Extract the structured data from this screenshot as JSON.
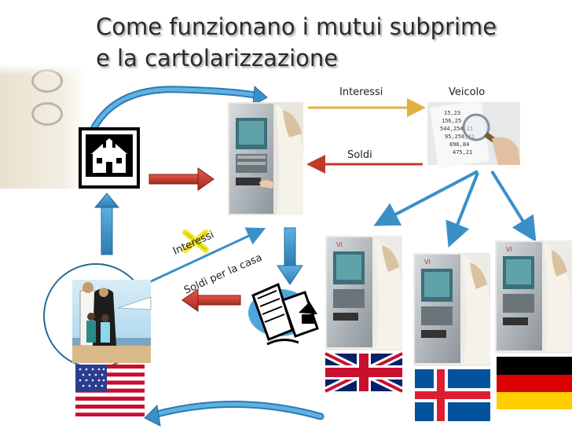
{
  "slide": {
    "title_line1": "Come funzionano i mutui subprime",
    "title_line2": "e la cartolarizzazione"
  },
  "labels": {
    "interessi_top": "Interessi",
    "veicolo": "Veicolo",
    "soldi": "Soldi",
    "interessi_crossed": "Interessi",
    "soldi_per_la_casa": "Soldi per la casa"
  },
  "colors": {
    "arrow_red": "#c0392b",
    "arrow_blue": "#3b8fc8",
    "arrow_gold": "#e2b040",
    "cross_yellow": "#f3e62a",
    "arrow_outline": "#5a6f80"
  },
  "icons": {
    "house": "house-icon",
    "bank_atm": "atm-photo",
    "receipt": "receipt-magnifier-photo",
    "mortgage_document": "mortgage-document-icon",
    "family": "family-clipart",
    "flags": [
      "usa-flag",
      "uk-flag",
      "iceland-flag",
      "germany-flag"
    ]
  }
}
